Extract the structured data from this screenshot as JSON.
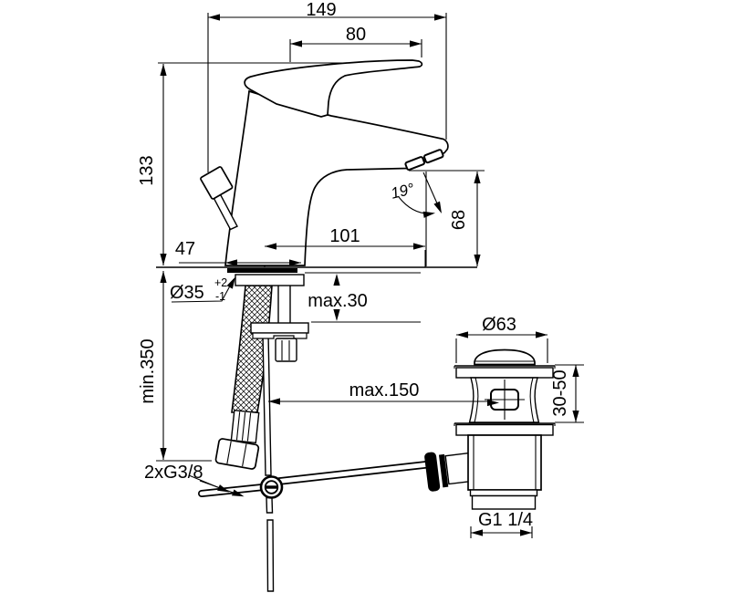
{
  "colors": {
    "background": "#ffffff",
    "line": "#000000"
  },
  "dims": {
    "overall_depth": "149",
    "handle_length": "80",
    "height": "133",
    "base_width": "47",
    "spout_reach": "101",
    "stream_angle": "19°",
    "outlet_height": "68",
    "hole_diameter": "Ø35",
    "hole_tol_plus": "+2",
    "hole_tol_minus": "-1",
    "max_deck_thickness": "max.30",
    "min_hose_clearance": "min.350",
    "max_rod_offset": "max.150",
    "supply_thread": "2xG3/8",
    "waste_cap_diameter": "Ø63",
    "clamp_range": "30-50",
    "waste_thread": "G1 1/4"
  }
}
